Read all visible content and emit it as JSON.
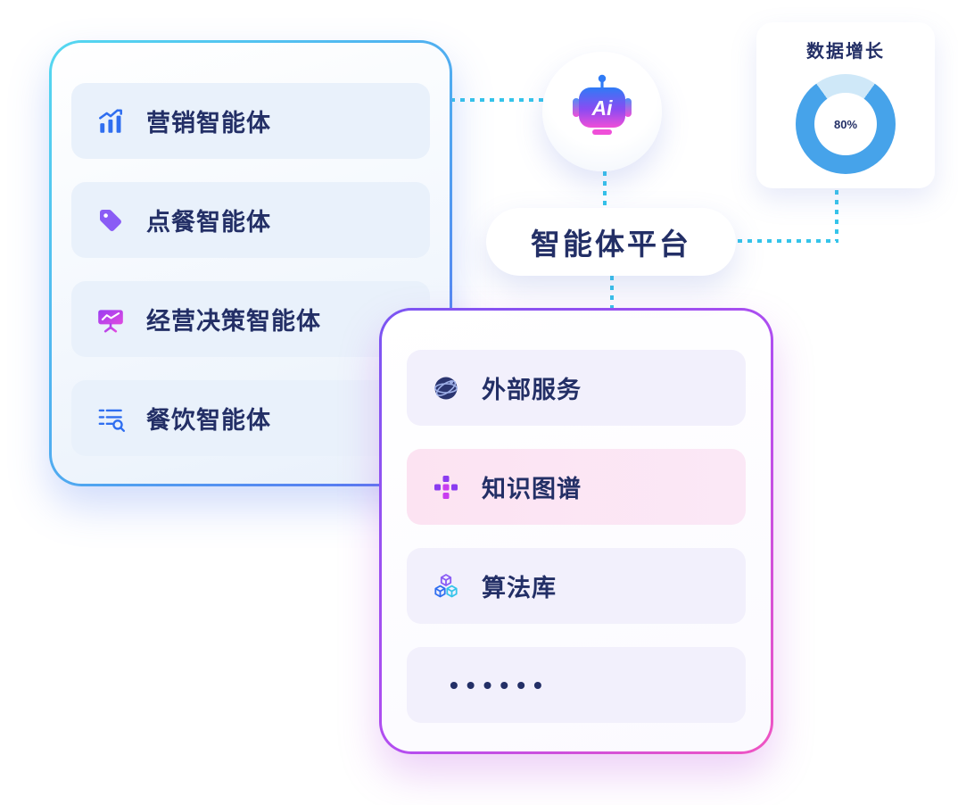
{
  "colors": {
    "navy_text": "#232f66",
    "cyan_accent": "#35c4ea",
    "blue_accent": "#2f6ef0",
    "purple_accent": "#8a5cf5",
    "magenta_accent": "#e04ae0",
    "donut_blue": "#46a3ea",
    "donut_track": "#cfe8f8"
  },
  "left_panel": {
    "items": [
      {
        "label": "营销智能体",
        "icon": "bar-chart-icon"
      },
      {
        "label": "点餐智能体",
        "icon": "price-tag-icon"
      },
      {
        "label": "经营决策智能体",
        "icon": "presentation-chart-icon"
      },
      {
        "label": "餐饮智能体",
        "icon": "list-search-icon"
      }
    ]
  },
  "center": {
    "robot_text": "Ai",
    "platform_label": "智能体平台"
  },
  "growth_card": {
    "title": "数据增长",
    "percent_label": "80%",
    "percent_value": 80
  },
  "right_panel": {
    "items": [
      {
        "label": "外部服务",
        "icon": "globe-icon"
      },
      {
        "label": "知识图谱",
        "icon": "knowledge-grid-icon"
      },
      {
        "label": "算法库",
        "icon": "cubes-icon"
      },
      {
        "label": "••••••",
        "icon": "ellipsis-dots"
      }
    ]
  }
}
